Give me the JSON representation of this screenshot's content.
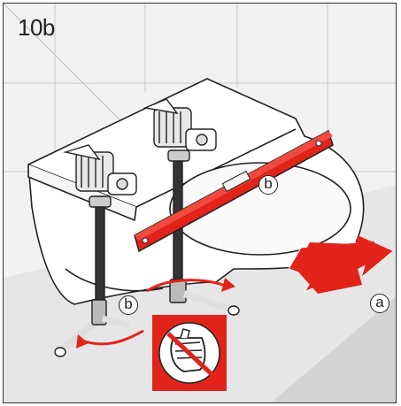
{
  "step": {
    "label": "10b"
  },
  "callouts": {
    "a": "a",
    "b_level": "b",
    "b_valve": "b"
  },
  "colors": {
    "accent_red": "#e2231a",
    "tile_gray": "#eeeeee",
    "floor_gray": "#d9d9d9",
    "outline": "#222222"
  },
  "icons": {
    "warning": "no-hand-tightening-icon",
    "arrow": "push-arrow-icon"
  }
}
